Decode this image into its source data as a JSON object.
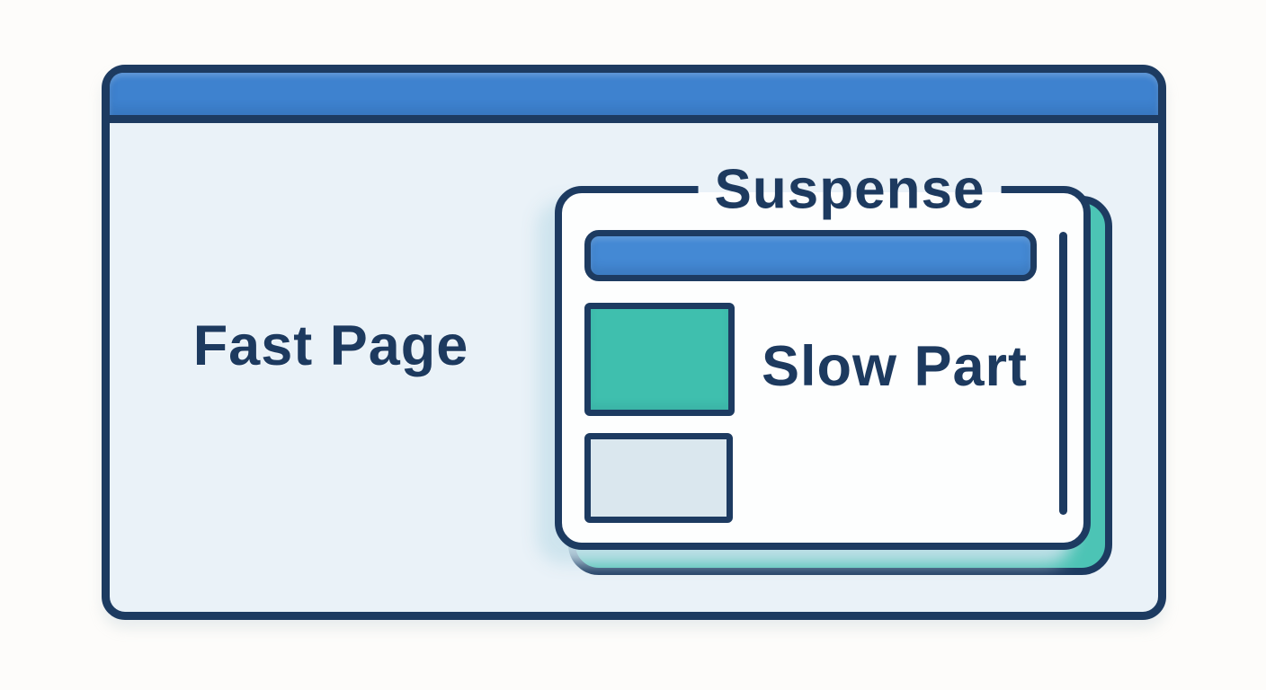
{
  "texts": {
    "fast_page": "Fast Page",
    "suspense": "Suspense",
    "slow_part": "Slow Part"
  },
  "colors": {
    "navy": "#1d3b61",
    "text_navy": "#1d3a5f",
    "titlebar_blue": "#3e82cf",
    "window_body": "#eaf2f8",
    "page_bg": "#fdfcfa",
    "card_white": "#fdfefe",
    "header_bar_blue": "#4489d4",
    "content_teal": "#3fbfae",
    "shadow_teal": "#4cc4b5",
    "placeholder_gray": "#dae7ee"
  }
}
